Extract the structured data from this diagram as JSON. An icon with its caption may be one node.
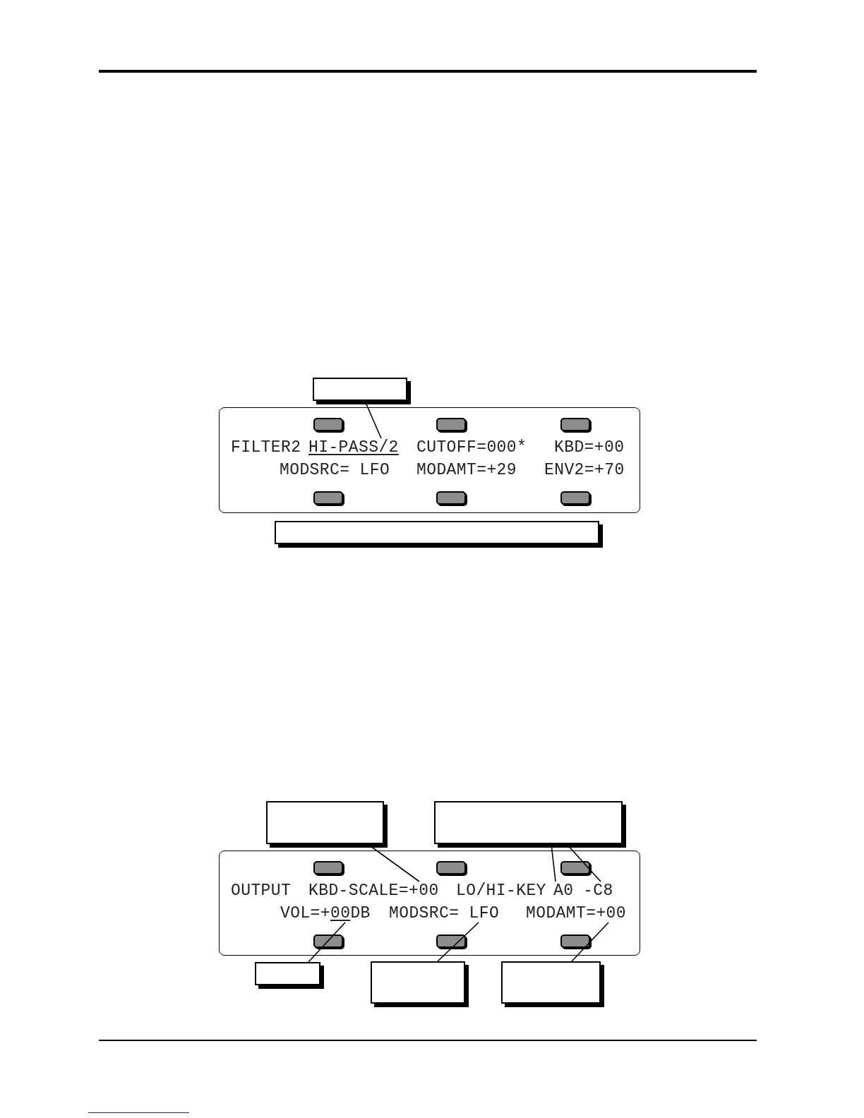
{
  "diagram": {
    "nodes": [
      {
        "text": [],
        "shape": "box"
      },
      {
        "text": [],
        "shape": "box"
      },
      {
        "text": [
          "FILTER2"
        ],
        "in": 1
      },
      {
        "text": [
          "HI-PASS/2"
        ],
        "in": 1
      },
      {
        "text": [
          "CUTOFF=000*"
        ],
        "in": 1
      },
      {
        "text": [
          "KBD=+00"
        ],
        "in": 1
      },
      {
        "text": [
          "MODSRC= LFO"
        ],
        "in": 1
      },
      {
        "text": [
          "MODAMT=+29"
        ],
        "in": 1
      },
      {
        "text": [
          "ENV2=+70"
        ],
        "in": 1
      },
      {
        "text": [],
        "shape": "box"
      },
      {
        "text": [],
        "shape": "box"
      },
      {
        "text": [],
        "shape": "box"
      },
      {
        "text": [],
        "shape": "box"
      },
      {
        "text": [
          "OUTPUT"
        ],
        "in": 12
      },
      {
        "text": [
          "KBD-SCALE=+00"
        ],
        "in": 12
      },
      {
        "text": [
          "LO/HI-KEY"
        ],
        "in": 12
      },
      {
        "text": [
          "A0"
        ],
        "in": 12
      },
      {
        "text": [
          "-C8"
        ],
        "in": 12
      },
      {
        "text": [
          "VOL=+00DB"
        ],
        "in": 12
      },
      {
        "text": [
          "MODSRC= LFO"
        ],
        "in": 12
      },
      {
        "text": [
          "MODAMT=+00"
        ],
        "in": 12
      },
      {
        "text": [],
        "shape": "box"
      },
      {
        "text": [],
        "shape": "box"
      },
      {
        "text": [],
        "shape": "box"
      }
    ],
    "edges": [
      {
        "from": 0,
        "to": 3,
        "arrow": "none"
      },
      {
        "from": 10,
        "to": 14,
        "arrow": "none"
      },
      {
        "from": 11,
        "to": 16,
        "arrow": "none"
      },
      {
        "from": 11,
        "to": 17,
        "arrow": "none"
      },
      {
        "from": 21,
        "to": 18,
        "arrow": "none"
      },
      {
        "from": 22,
        "to": 19,
        "arrow": "none"
      },
      {
        "from": 23,
        "to": 20,
        "arrow": "none"
      }
    ]
  }
}
